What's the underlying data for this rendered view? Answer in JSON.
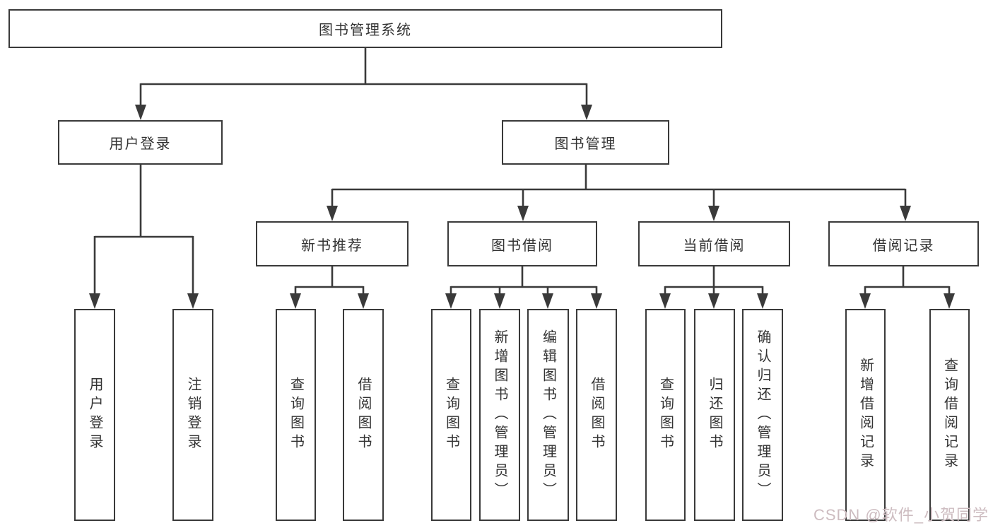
{
  "diagram": {
    "title_node": {
      "label": "图书管理系统"
    },
    "level2": [
      {
        "label": "用户登录"
      },
      {
        "label": "图书管理"
      }
    ],
    "level3": [
      {
        "label": "新书推荐"
      },
      {
        "label": "图书借阅"
      },
      {
        "label": "当前借阅"
      },
      {
        "label": "借阅记录"
      }
    ],
    "leaves": [
      {
        "label": "用户登录"
      },
      {
        "label": "注销登录"
      },
      {
        "label": "查询图书"
      },
      {
        "label": "借阅图书"
      },
      {
        "label": "查询图书"
      },
      {
        "label": "新增图书（管理员）"
      },
      {
        "label": "编辑图书（管理员）"
      },
      {
        "label": "借阅图书"
      },
      {
        "label": "查询图书"
      },
      {
        "label": "归还图书"
      },
      {
        "label": "确认归还（管理员）"
      },
      {
        "label": "新增借阅记录"
      },
      {
        "label": "查询借阅记录"
      }
    ],
    "watermark": "CSDN @软件_小贺同学",
    "colors": {
      "line": "#3a3a3a",
      "box_border": "#3a3a3a",
      "text": "#333333",
      "watermark": "#cdbcc0",
      "background": "#ffffff"
    }
  }
}
